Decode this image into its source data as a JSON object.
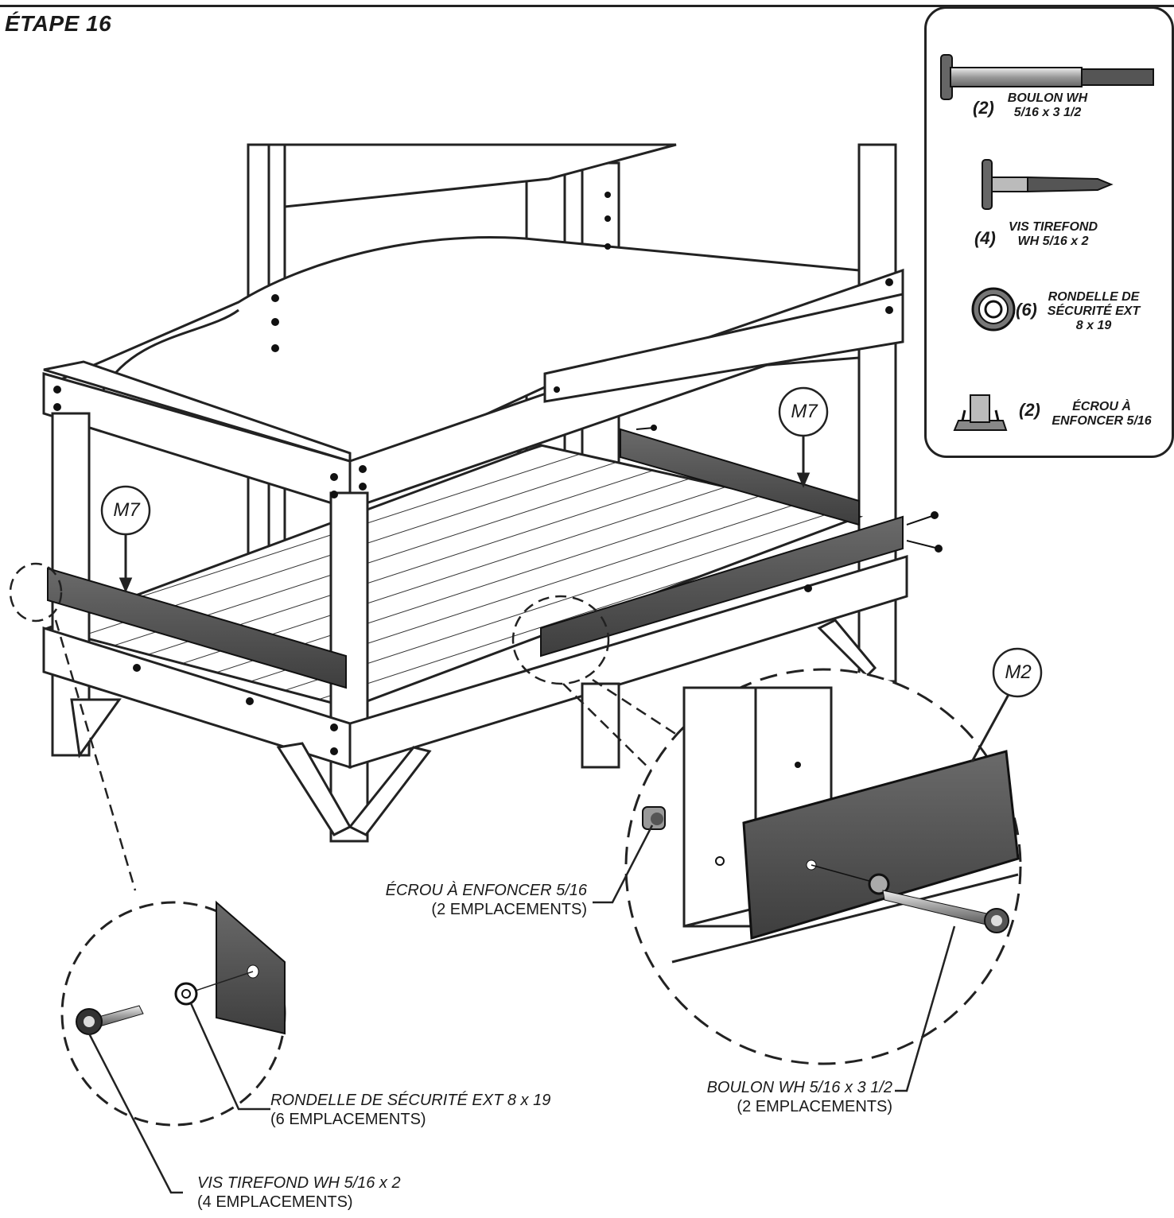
{
  "step_title": "ÉTAPE 16",
  "hardware": [
    {
      "qty": "(2)",
      "line1": "BOULON WH",
      "line2": "5/16 x 3 1/2",
      "line3": "",
      "icon": "bolt-icon"
    },
    {
      "qty": "(4)",
      "line1": "VIS TIREFOND",
      "line2": "WH 5/16 x 2",
      "line3": "",
      "icon": "lag-screw-icon"
    },
    {
      "qty": "(6)",
      "line1": "RONDELLE DE",
      "line2": "SÉCURITÉ EXT",
      "line3": "8 x 19",
      "icon": "lock-washer-icon"
    },
    {
      "qty": "(2)",
      "line1": "ÉCROU À",
      "line2": "ENFONCER 5/16",
      "line3": "",
      "icon": "tee-nut-icon"
    }
  ],
  "part_tags": {
    "m7_left": "M7",
    "m7_right": "M7",
    "m2": "M2"
  },
  "callouts": {
    "tee_nut": {
      "line1": "ÉCROU À ENFONCER 5/16",
      "line2": "(2 EMPLACEMENTS)"
    },
    "bolt": {
      "line1": "BOULON WH 5/16 x 3 1/2",
      "line2": "(2 EMPLACEMENTS)"
    },
    "washer": {
      "line1": "RONDELLE DE SÉCURITÉ EXT 8 x 19",
      "line2": "(6 EMPLACEMENTS)"
    },
    "screw": {
      "line1": "VIS TIREFOND WH 5/16 x 2",
      "line2": "(4 EMPLACEMENTS)"
    }
  }
}
